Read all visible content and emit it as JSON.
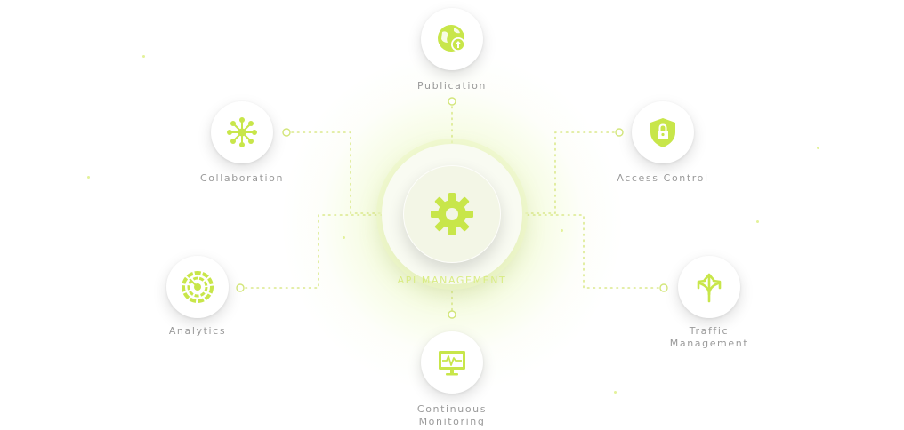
{
  "center": {
    "label": "API MANAGEMENT",
    "icon": "gear-icon"
  },
  "nodes": [
    {
      "id": "publication",
      "label": "Publication",
      "icon": "globe-upload-icon"
    },
    {
      "id": "collaboration",
      "label": "Collaboration",
      "icon": "network-hub-icon"
    },
    {
      "id": "access_control",
      "label": "Access Control",
      "icon": "shield-lock-icon"
    },
    {
      "id": "analytics",
      "label": "Analytics",
      "icon": "analytics-dial-icon"
    },
    {
      "id": "traffic_management",
      "label_line1": "Traffic",
      "label_line2": "Management",
      "icon": "split-arrows-icon"
    },
    {
      "id": "continuous_monitoring",
      "label_line1": "Continuous",
      "label_line2": "Monitoring",
      "icon": "monitor-pulse-icon"
    }
  ],
  "colors": {
    "accent": "#c8e64a",
    "accent_dark": "#b5d636",
    "label": "#9a9a9a",
    "connector": "#dbe98c"
  }
}
